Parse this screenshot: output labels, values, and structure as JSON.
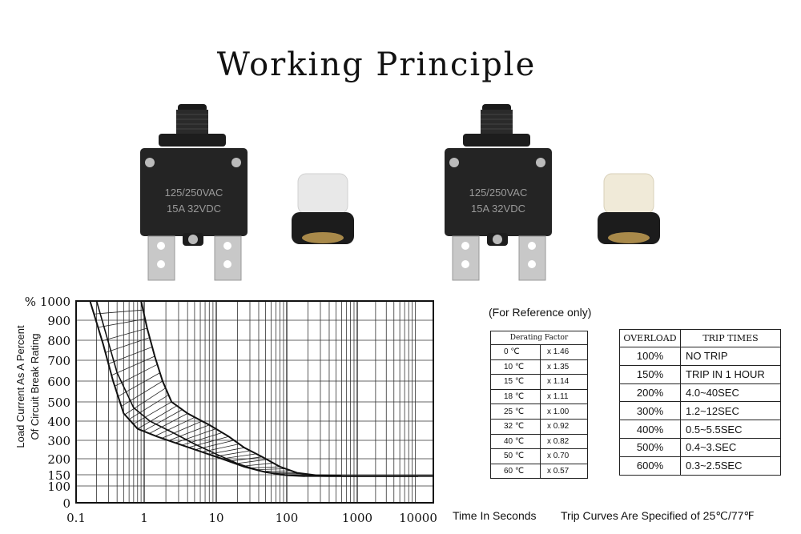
{
  "title": "Working Principle",
  "product": {
    "label_line1": "125/250VAC",
    "label_line2": "15A 32VDC"
  },
  "chart": {
    "ylabel_line1": "Load Current As A Percent",
    "ylabel_line2": "Of Circuit Break Rating",
    "y_ticks": [
      "0",
      "100",
      "150",
      "200",
      "300",
      "400",
      "500",
      "600",
      "700",
      "800",
      "900",
      "% 1000"
    ],
    "x_ticks": [
      "0.1",
      "1",
      "10",
      "100",
      "1000",
      "10000"
    ],
    "xlabel": "Time In Seconds"
  },
  "notes": {
    "reference": "(For Reference only)",
    "trip_curves": "Trip Curves Are Specified of 25℃/77℉"
  },
  "derating": {
    "header": "Derating Factor",
    "rows": [
      {
        "t": "0 ℃",
        "f": "x 1.46"
      },
      {
        "t": "10 ℃",
        "f": "x 1.35"
      },
      {
        "t": "15 ℃",
        "f": "x 1.14"
      },
      {
        "t": "18 ℃",
        "f": "x 1.11"
      },
      {
        "t": "25 ℃",
        "f": "x 1.00"
      },
      {
        "t": "32 ℃",
        "f": "x 0.92"
      },
      {
        "t": "40 ℃",
        "f": "x 0.82"
      },
      {
        "t": "50 ℃",
        "f": "x 0.70"
      },
      {
        "t": "60 ℃",
        "f": "x 0.57"
      }
    ]
  },
  "trip_times": {
    "header_overload": "OVERLOAD",
    "header_trip": "TRIP TIMES",
    "rows": [
      {
        "o": "100%",
        "r": "NO TRIP"
      },
      {
        "o": "150%",
        "r": "TRIP IN 1 HOUR"
      },
      {
        "o": "200%",
        "r": "4.0~40SEC"
      },
      {
        "o": "300%",
        "r": "1.2~12SEC"
      },
      {
        "o": "400%",
        "r": "0.5~5.5SEC"
      },
      {
        "o": "500%",
        "r": "0.4~3.SEC"
      },
      {
        "o": "600%",
        "r": "0.3~2.5SEC"
      }
    ]
  }
}
